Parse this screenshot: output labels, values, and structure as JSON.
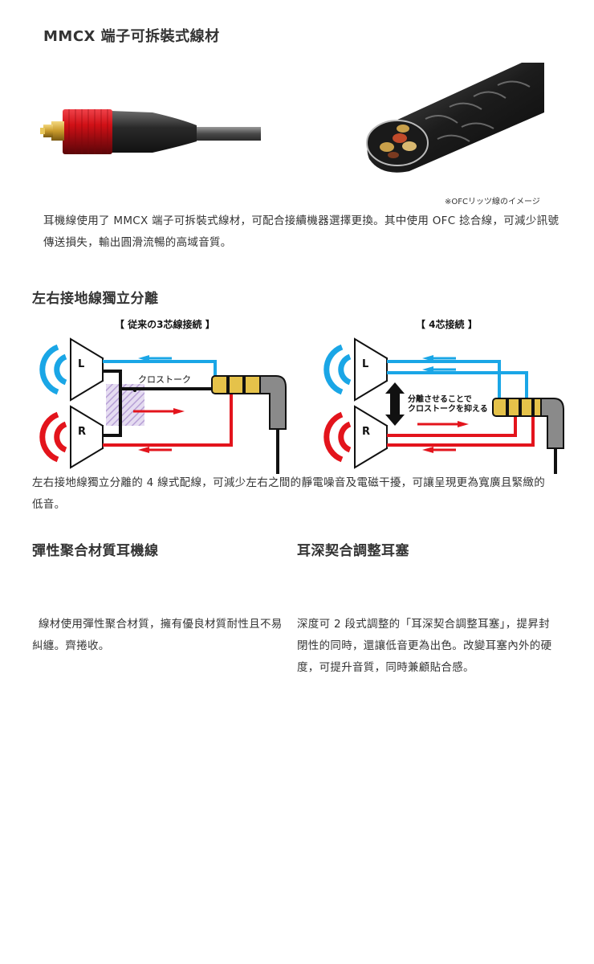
{
  "section1": {
    "title": "MMCX 端子可拆裝式線材",
    "caption": "※OFCリッツ線のイメージ",
    "body": "耳機線使用了 MMCX 端子可拆裝式線材，可配合接續機器選擇更換。其中使用 OFC 捻合線，可減少訊號傳送損失，輸出圓滑流暢的高域音質。"
  },
  "section2": {
    "title": "左右接地線獨立分離",
    "diagram_left_title": "【 従来の3芯線接続 】",
    "diagram_left_note": "クロストーク",
    "diagram_right_title": "【 4芯接続 】",
    "diagram_right_note_line1": "分離させることで",
    "diagram_right_note_line2": "クロストークを抑える",
    "channel_left": "L",
    "channel_right": "R",
    "body": "左右接地線獨立分離的 4 線式配線，可減少左右之間的靜電噪音及電磁干擾，可讓呈現更為寬廣且緊緻的低音。"
  },
  "section3": {
    "title": "彈性聚合材質耳機線",
    "body": "線材使用彈性聚合材質，擁有優良材質耐性且不易糾纏。齊捲收。"
  },
  "section4": {
    "title": "耳深契合調整耳塞",
    "body": "深度可 2 段式調整的「耳深契合調整耳塞」，提昇封閉性的同時，還讓低音更為出色。改變耳塞內外的硬度，可提升音質，同時兼顧貼合感。"
  },
  "colors": {
    "blue": "#1aa6e6",
    "red": "#e3141c",
    "gold": "#d8a81c",
    "purple_hatch": "#b7a0d6"
  }
}
